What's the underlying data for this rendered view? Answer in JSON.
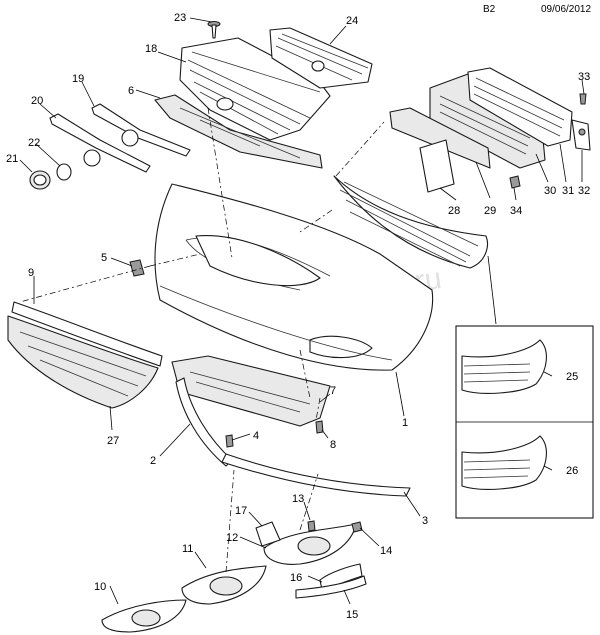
{
  "header": {
    "code": "B2",
    "date": "09/06/2012"
  },
  "watermark": "www.glasklad.ru",
  "callouts": [
    "1",
    "2",
    "3",
    "4",
    "5",
    "6",
    "7",
    "8",
    "9",
    "10",
    "11",
    "12",
    "13",
    "14",
    "15",
    "16",
    "17",
    "18",
    "19",
    "20",
    "21",
    "22",
    "23",
    "24",
    "25",
    "26",
    "27",
    "28",
    "29",
    "30",
    "31",
    "32",
    "33",
    "34"
  ]
}
